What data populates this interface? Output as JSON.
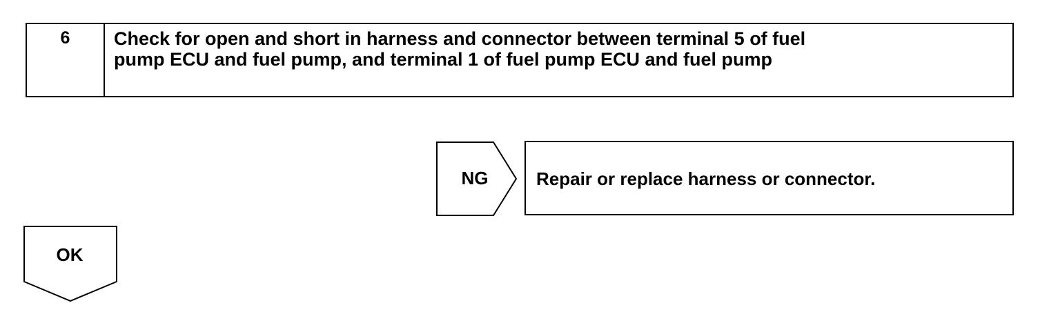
{
  "step": {
    "number": "6",
    "text": "Check for open and short in harness and connector between terminal 5 of fuel\npump ECU and fuel pump, and terminal 1 of fuel pump ECU and fuel pump"
  },
  "ng_branch": {
    "label": "NG",
    "result": "Repair or replace harness or connector."
  },
  "ok_branch": {
    "label": "OK"
  }
}
